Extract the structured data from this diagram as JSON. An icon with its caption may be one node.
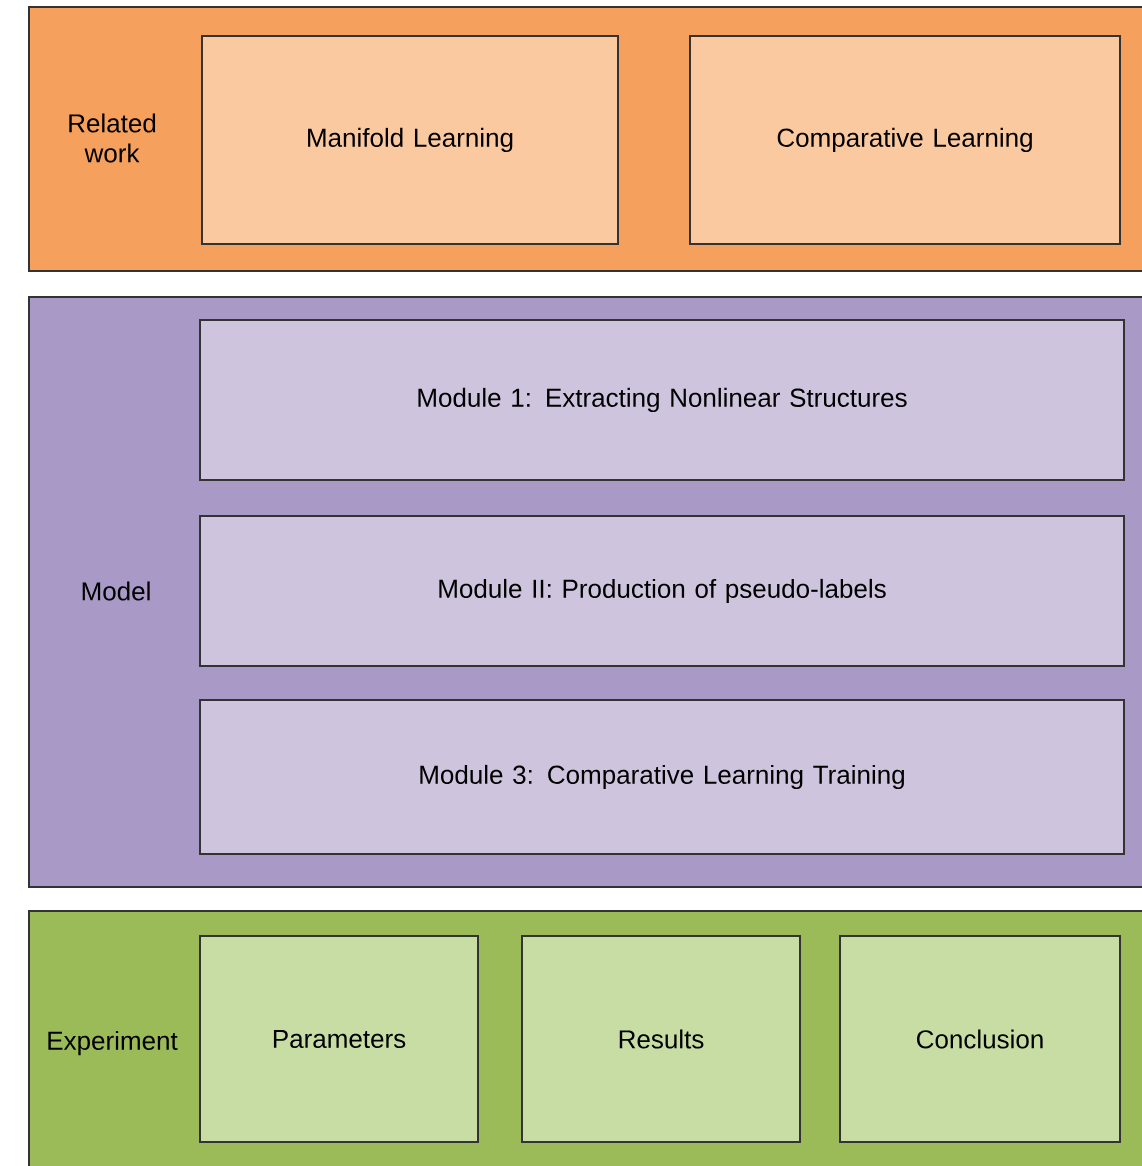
{
  "diagram": {
    "nodes": [
      {
        "text": [
          "Related work"
        ]
      },
      {
        "text": [
          "Manifold Learning"
        ],
        "in": 0
      },
      {
        "text": [
          "Comparative Learning"
        ],
        "in": 0
      },
      {
        "text": [
          "Model"
        ]
      },
      {
        "text": [
          "Module 1: Extracting Nonlinear Structures"
        ],
        "in": 3
      },
      {
        "text": [
          "Module II: Production of pseudo-labels"
        ],
        "in": 3
      },
      {
        "text": [
          "Module 3: Comparative Learning Training"
        ],
        "in": 3
      },
      {
        "text": [
          "Experiment"
        ]
      },
      {
        "text": [
          "Parameters"
        ],
        "in": 7
      },
      {
        "text": [
          "Results"
        ],
        "in": 7
      },
      {
        "text": [
          "Conclusion"
        ],
        "in": 7
      }
    ]
  }
}
